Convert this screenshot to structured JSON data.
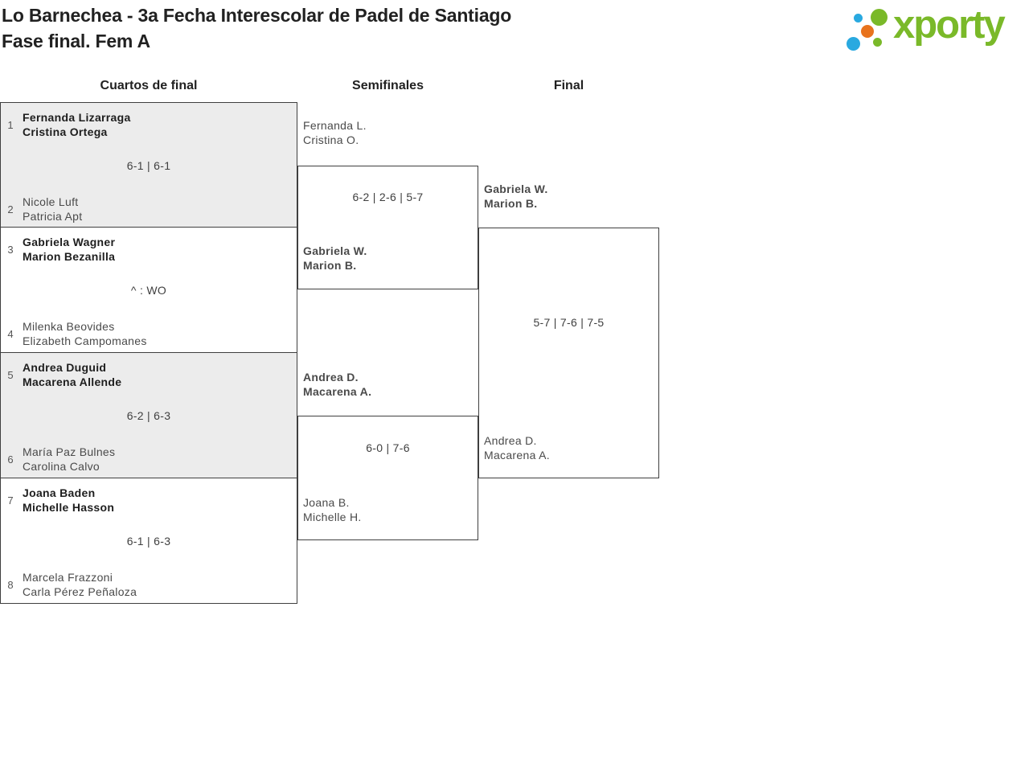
{
  "header": {
    "title_line1": "Lo Barnechea - 3a Fecha Interescolar de Padel de Santiago",
    "title_line2": "Fase final. Fem A",
    "logo_text": "xporty"
  },
  "colors": {
    "logo_green": "#7ab929",
    "logo_blue": "#29a9e0",
    "logo_orange": "#e8731d",
    "match_gray_bg": "#ececec",
    "border": "#3f3f3f"
  },
  "rounds": {
    "quarterfinals_label": "Cuartos de final",
    "semifinals_label": "Semifinales",
    "final_label": "Final"
  },
  "quarterfinals": [
    {
      "seed_top": "1",
      "team_top_1": "Fernanda Lizarraga",
      "team_top_2": "Cristina Ortega",
      "score": "6-1 | 6-1",
      "seed_bottom": "2",
      "team_bottom_1": "Nicole Luft",
      "team_bottom_2": "Patricia Apt",
      "winner": "top"
    },
    {
      "seed_top": "3",
      "team_top_1": "Gabriela Wagner",
      "team_top_2": "Marion Bezanilla",
      "score": "^ : WO",
      "seed_bottom": "4",
      "team_bottom_1": "Milenka Beovides",
      "team_bottom_2": "Elizabeth Campomanes",
      "winner": "top"
    },
    {
      "seed_top": "5",
      "team_top_1": "Andrea Duguid",
      "team_top_2": "Macarena Allende",
      "score": "6-2 | 6-3",
      "seed_bottom": "6",
      "team_bottom_1": "María Paz Bulnes",
      "team_bottom_2": "Carolina Calvo",
      "winner": "top"
    },
    {
      "seed_top": "7",
      "team_top_1": "Joana Baden",
      "team_top_2": "Michelle Hasson",
      "score": "6-1 | 6-3",
      "seed_bottom": "8",
      "team_bottom_1": "Marcela Frazzoni",
      "team_bottom_2": "Carla Pérez Peñaloza",
      "winner": "top"
    }
  ],
  "semifinals": [
    {
      "team_top_1": "Fernanda L.",
      "team_top_2": "Cristina O.",
      "score": "6-2 | 2-6 | 5-7",
      "team_bottom_1": "Gabriela W.",
      "team_bottom_2": "Marion B.",
      "winner": "bottom"
    },
    {
      "team_top_1": "Andrea D.",
      "team_top_2": "Macarena A.",
      "score": "6-0 | 7-6",
      "team_bottom_1": "Joana B.",
      "team_bottom_2": "Michelle H.",
      "winner": "top"
    }
  ],
  "final": {
    "team_top_1": "Gabriela W.",
    "team_top_2": "Marion B.",
    "score": "5-7 | 7-6 | 7-5",
    "team_bottom_1": "Andrea D.",
    "team_bottom_2": "Macarena A.",
    "winner": "top"
  }
}
